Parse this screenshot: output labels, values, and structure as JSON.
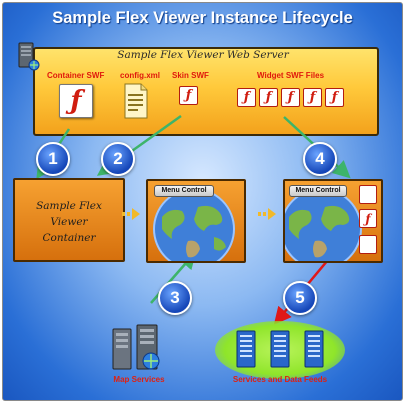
{
  "title": "Sample Flex Viewer Instance Lifecycle",
  "web_server": {
    "label": "Sample Flex Viewer Web Server",
    "items": {
      "container_swf": "Container SWF",
      "config_xml": "config.xml",
      "skin_swf": "Skin SWF",
      "widget_swf_files": "Widget SWF Files"
    }
  },
  "container": {
    "lines": [
      "Sample Flex",
      "Viewer",
      "Container"
    ]
  },
  "menu_control": "Menu Control",
  "steps": [
    "1",
    "2",
    "3",
    "4",
    "5"
  ],
  "map_services": "Map Services",
  "services_and_data_feeds": "Services and Data Feeds",
  "colors": {
    "background": "#2a6fd6",
    "server_box": "#ffc93b",
    "viewer_box": "#e8861f",
    "step_circle": "#1546b8",
    "arrow_green": "#3db46a",
    "arrow_red": "#e01818",
    "label_red": "#e0180c"
  }
}
